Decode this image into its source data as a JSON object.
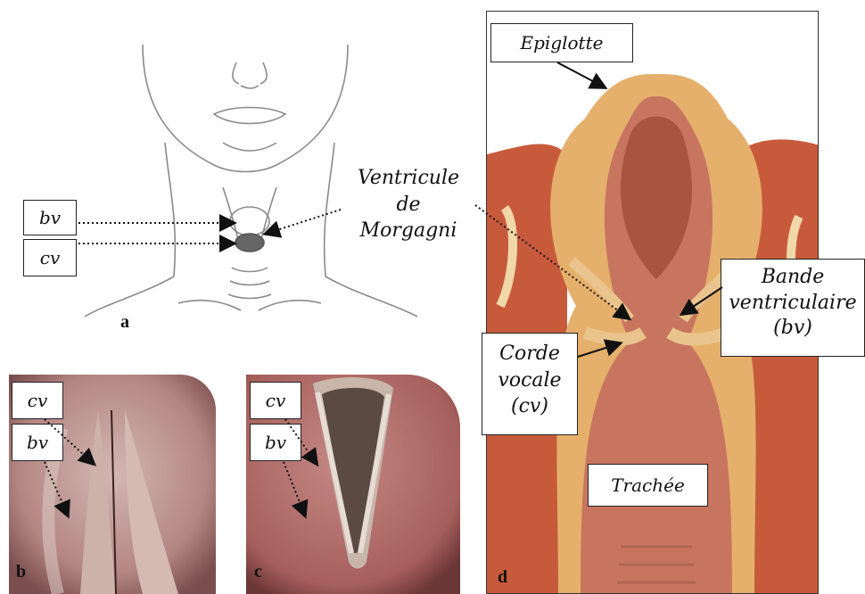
{
  "panel_a": {
    "letter": "a",
    "labels": {
      "bv": "bv",
      "cv": "cv"
    },
    "ventricule": "Ventricule\nde\nMorgagni"
  },
  "panel_b": {
    "letter": "b",
    "labels": {
      "cv": "cv",
      "bv": "bv"
    }
  },
  "panel_c": {
    "letter": "c",
    "labels": {
      "cv": "cv",
      "bv": "bv"
    }
  },
  "panel_d": {
    "letter": "d",
    "labels": {
      "epiglotte": "Epiglotte",
      "bande": "Bande\nventriculaire\n(bv)",
      "corde": "Corde\nvocale\n(cv)",
      "trachee": "Trachée"
    }
  }
}
